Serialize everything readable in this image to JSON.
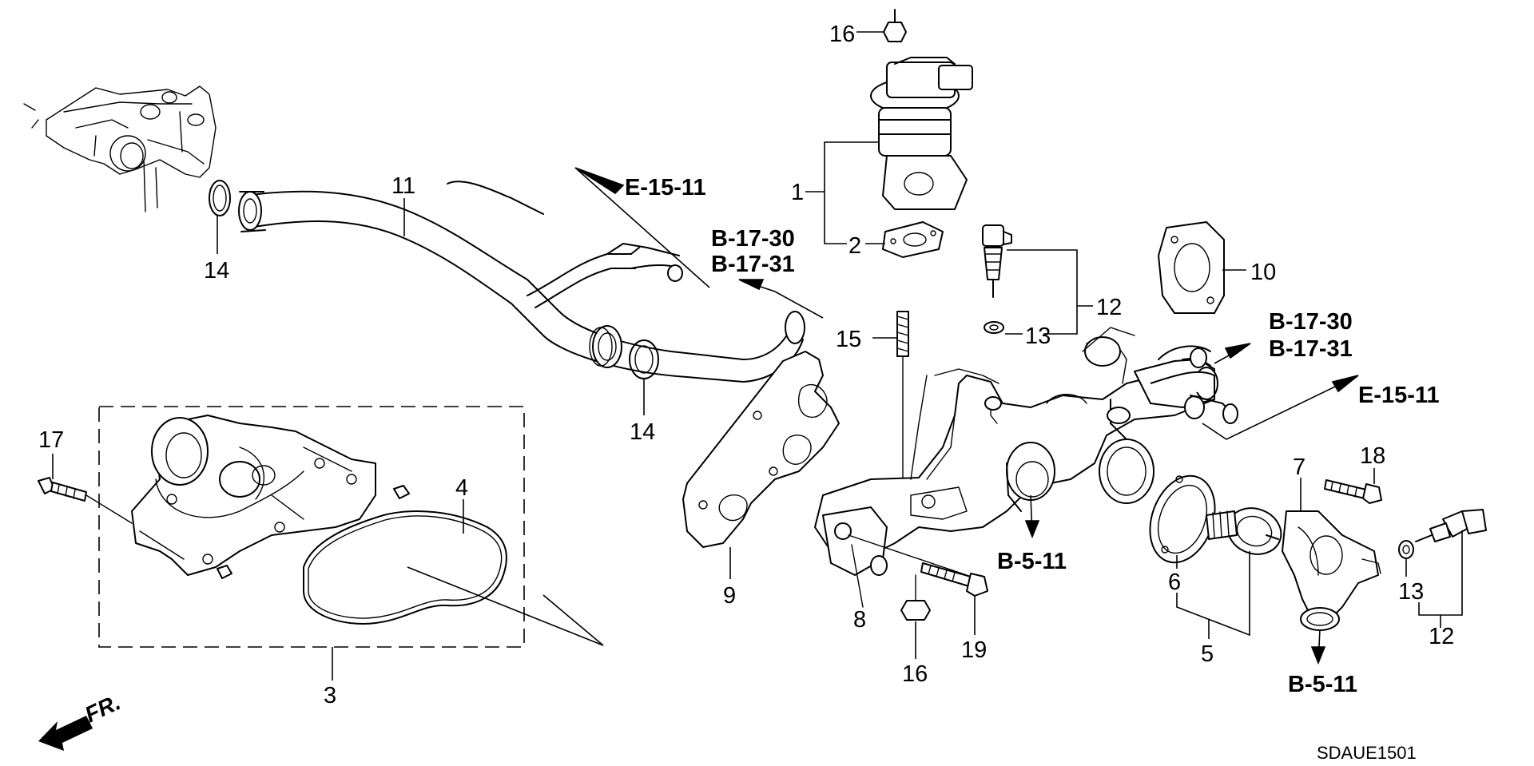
{
  "parts": {
    "p1": "1",
    "p2": "2",
    "p3": "3",
    "p4": "4",
    "p5": "5",
    "p6": "6",
    "p7": "7",
    "p8": "8",
    "p9": "9",
    "p10": "10",
    "p11": "11",
    "p12a": "12",
    "p12b": "12",
    "p13a": "13",
    "p13b": "13",
    "p14a": "14",
    "p14b": "14",
    "p15": "15",
    "p16a": "16",
    "p16b": "16",
    "p17": "17",
    "p18": "18",
    "p19": "19"
  },
  "references": {
    "e1511_top": "E-15-11",
    "b1730_mid": "B-17-30",
    "b1731_mid": "B-17-31",
    "b1730_right": "B-17-30",
    "b1731_right": "B-17-31",
    "e1511_right": "E-15-11",
    "b511_center": "B-5-11",
    "b511_right": "B-5-11"
  },
  "direction": {
    "label": "FR."
  },
  "diagram_code": "SDAUE1501"
}
